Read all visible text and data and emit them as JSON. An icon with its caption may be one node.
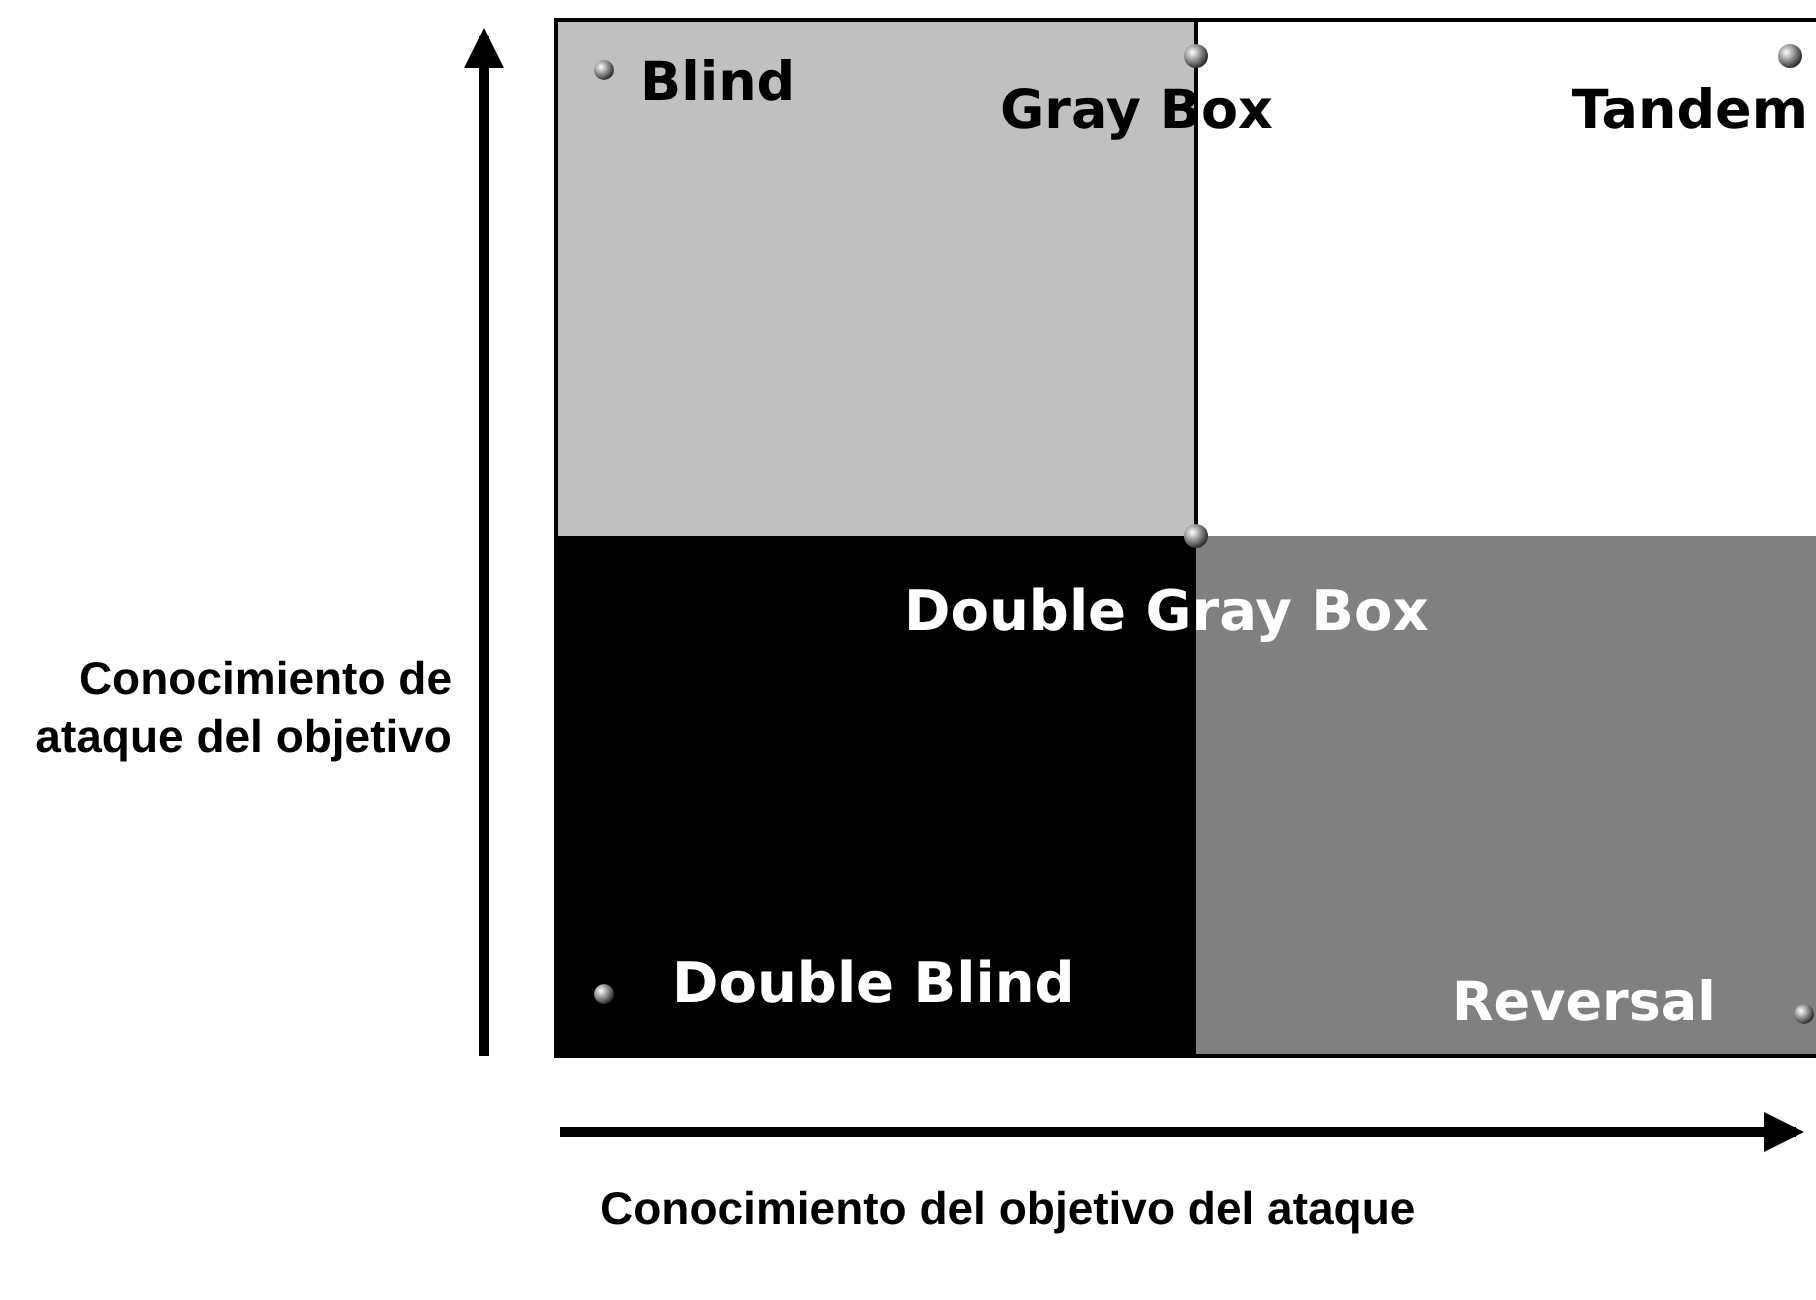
{
  "diagram": {
    "labels": [
      "Blind",
      "Gray Box",
      "Tandem",
      "Double Gray Box",
      "Conocimiento de ataque del objetivo",
      "Double Blind",
      "Reversal",
      "Conocimiento del objetivo del ataque"
    ]
  }
}
